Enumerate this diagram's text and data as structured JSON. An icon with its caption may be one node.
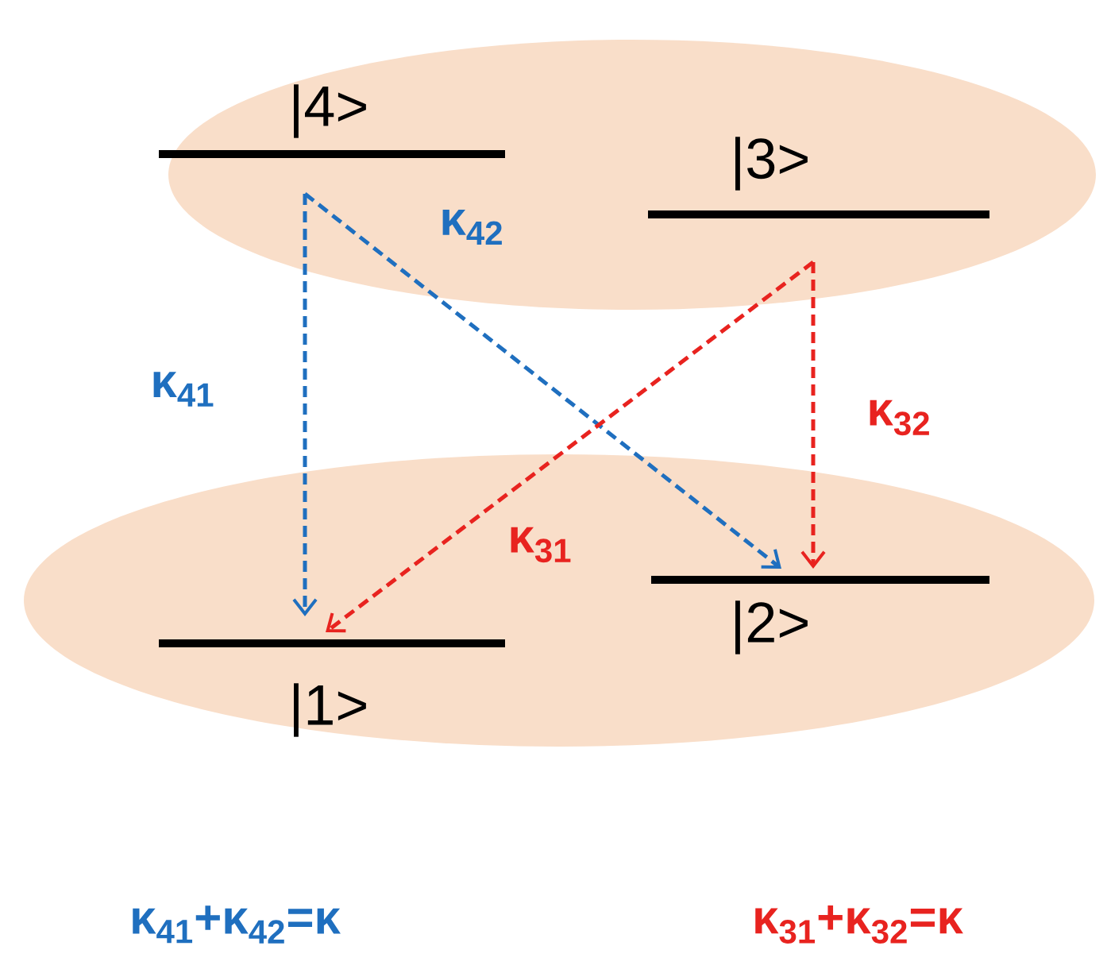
{
  "diagram": {
    "nodes": [
      {
        "text": [],
        "shape": "ellipse"
      },
      {
        "text": [
          "|4>"
        ],
        "in": 0
      },
      {
        "text": [
          "|3>"
        ],
        "in": 0
      },
      {
        "text": [],
        "shape": "ellipse"
      },
      {
        "text": [
          "|1>"
        ],
        "in": 3
      },
      {
        "text": [
          "|2>"
        ],
        "in": 3
      }
    ],
    "edges": [
      {
        "from": 1,
        "to": 4,
        "arrow": "to",
        "label": "κ$_{41}$",
        "style": "dashed",
        "color": "#1f6fbf"
      },
      {
        "from": 1,
        "to": 5,
        "arrow": "to",
        "label": "κ$_{42}$",
        "style": "dashed",
        "color": "#1f6fbf"
      },
      {
        "from": 2,
        "to": 5,
        "arrow": "to",
        "label": "κ$_{32}$",
        "style": "dashed",
        "color": "#e8231f"
      },
      {
        "from": 2,
        "to": 4,
        "arrow": "to",
        "label": "κ$_{31}$",
        "style": "dashed",
        "color": "#e8231f"
      }
    ],
    "labels": [
      "κ$_{41}$+κ$_{42}$=κ",
      "κ$_{31}$+κ$_{32}$=κ"
    ]
  }
}
